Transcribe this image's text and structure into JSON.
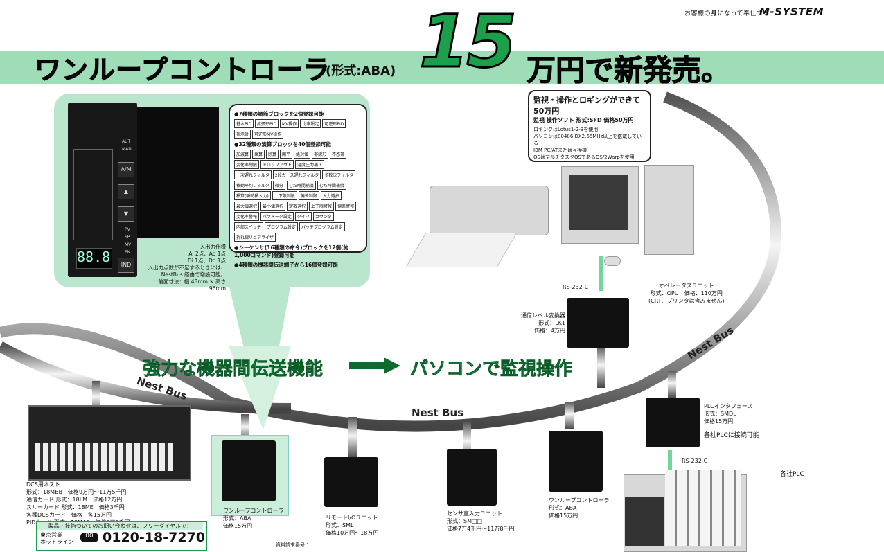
{
  "header": {
    "tagline": "お客様の身になって奉仕する",
    "brand": "M-SYSTEM",
    "title": "ワンループコントローラ",
    "model": "(形式:ABA)",
    "price_number": "15",
    "price_text": "万円で新発売。"
  },
  "spec_box": {
    "sec1": "●7種類の調節ブロックを2個登録可能",
    "chips1": [
      "基本PID",
      "拡張形PID",
      "MV操作",
      "比率設定",
      "可逆形PID",
      "指示計",
      "可逆形MV操作"
    ],
    "sec2": "●32種類の演算ブロックを40個登録可能",
    "chips2": [
      "加減算",
      "乗算",
      "除算",
      "開平",
      "絶対値",
      "非線形",
      "不感帯",
      "変化率制限",
      "ドロップアウト",
      "温度圧力補正",
      "一次遅れフィルタ",
      "2段ガース遅れフィルタ",
      "多数決フィルタ",
      "移動平均フィルタ",
      "微分",
      "むだ時間補償",
      "むだ時間補償",
      "積算(瞬時積入力)",
      "上下限制限",
      "偏差制限",
      "入力選択",
      "最大値選択",
      "最小値選択",
      "定数選択",
      "上下限警報",
      "偏差警報",
      "変化率警報",
      "パラメータ設定",
      "タイマ",
      "カウンタ",
      "内部スイッチ",
      "プログラム設定",
      "バッチプログラム設定",
      "折れ線リニアライザ"
    ],
    "sec3": "●シーケンサ(16種類の命令)ブロックを12個(約1,000コマンド)登録可能",
    "sec4": "●4種類の機器間伝送端子から16個登録可能"
  },
  "controller": {
    "led_aut": "AUT",
    "led_man": "MAN",
    "btn_am": "A/M",
    "btn_ind": "IND",
    "led_pv": "PV",
    "led_sp": "SP",
    "led_mv": "MV",
    "led_fn": "FN",
    "display": "88.8",
    "caption": [
      "入出力仕様",
      "Ai 2点、Ao 1点",
      "Di 1点、Do 1点",
      "入出力点数が不足するときには、",
      "NestBus 経由で増設可能。",
      "前面寸法：幅 48mm × 高さ 96mm"
    ]
  },
  "callout_right": {
    "head": "監視・操作とロギングができて50万円",
    "sub": "監視 操作ソフト 形式:SFD 価格50万円",
    "lines": [
      "ロギングはLotus1-2-3を使用",
      "パソコンは80486 DX2.66MHz以上を搭載している",
      "IBM PC/ATまたは互換機",
      "OSはマルチタスクOSであるOS/2Warpを使用"
    ]
  },
  "features": {
    "left": "強力な機器間伝送機能",
    "right": "パソコンで監視操作"
  },
  "bus_labels": [
    "Nest Bus",
    "Nest Bus",
    "Nest Bus"
  ],
  "devices": {
    "rs232_top": "RS-232-C",
    "opu": [
      "オペレータズユニット",
      "形式：OPU　価格：110万円",
      "(CRT、プリンタは含みません)"
    ],
    "lk1": [
      "通信レベル変換器",
      "形式：LK1",
      "価格：4万円"
    ],
    "dcs": [
      "DCS用ネスト",
      "形式：18MBB　価格9万円〜11万5千円",
      "通信カード 形式：18LM　価格12万円",
      "スルーカード 形式：18ME　価格3千円",
      "各種DCSカード　価格　各15万円",
      "PIDカード 形式：18MAE　価格7万8千円"
    ],
    "aba1": [
      "ワンループコントローラ",
      "形式：ABA",
      "価格15万円"
    ],
    "sml": [
      "リモートI/Oユニット",
      "形式：SML",
      "価格10万円〜18万円"
    ],
    "sm": [
      "センサ直入力ユニット",
      "形式：SM□□",
      "価格7万4千円〜11万8千円"
    ],
    "aba2": [
      "ワンループコントローラ",
      "形式：ABA",
      "価格15万円"
    ],
    "smdl": [
      "PLCインタフェース",
      "形式：SMDL",
      "価格15万円"
    ],
    "plc_note": "各社PLCに接続可能",
    "rs232_bottom": "RS-232-C",
    "plc": "各社PLC"
  },
  "hotline": {
    "top": "製品・技術ついてのお問い合わせは、フリーダイヤルで！",
    "label1": "東京営業",
    "label2": "ホットライン",
    "icon": "00",
    "number": "0120-18-7270"
  },
  "doc_no": "資料請求番号 1",
  "colors": {
    "accent": "#1aa04a",
    "band": "#9fdcb8",
    "callout": "#b9e6cc"
  }
}
